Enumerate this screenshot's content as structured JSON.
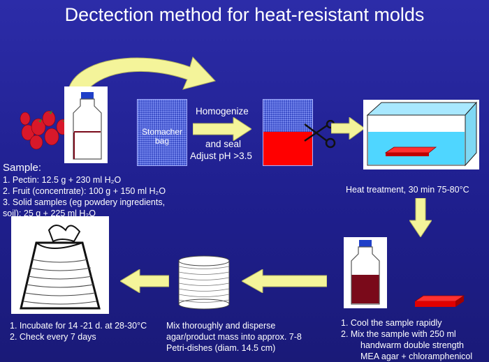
{
  "title": "Dectection method for heat-resistant molds",
  "stomacher_bag": "Stomacher bag",
  "homogenize": "Homogenize",
  "seal": "and seal",
  "adjust_ph": "Adjust pH >3.5",
  "sample": {
    "heading": "Sample:",
    "items": [
      "1. Pectin: 12.5 g + 230 ml H₂O",
      "2. Fruit (concentrate): 100 g + 150 ml H₂O",
      "3. Solid samples (eg powdery ingredients,",
      "soil): 25 g + 225 ml H₂O"
    ]
  },
  "heat_treatment": "Heat treatment, 30 min 75-80°C",
  "cool": {
    "items": [
      "1.   Cool the sample rapidly",
      "2.   Mix the sample with 250 ml",
      "handwarm double strength",
      "MEA agar + chloramphenicol"
    ]
  },
  "mix": {
    "lines": [
      "Mix thoroughly and disperse",
      "agar/product mass into approx. 7-8",
      "Petri-dishes (diam. 14.5 cm)"
    ]
  },
  "incubate": {
    "items": [
      "1. Incubate for 14 -21 d. at 28-30°C",
      "2. Check every 7 days"
    ]
  },
  "colors": {
    "background": "#23239a",
    "arrow": "#f4f49a",
    "red": "#ff0000",
    "dark_red": "#7a0a1a",
    "water": "#4fd6ff"
  }
}
